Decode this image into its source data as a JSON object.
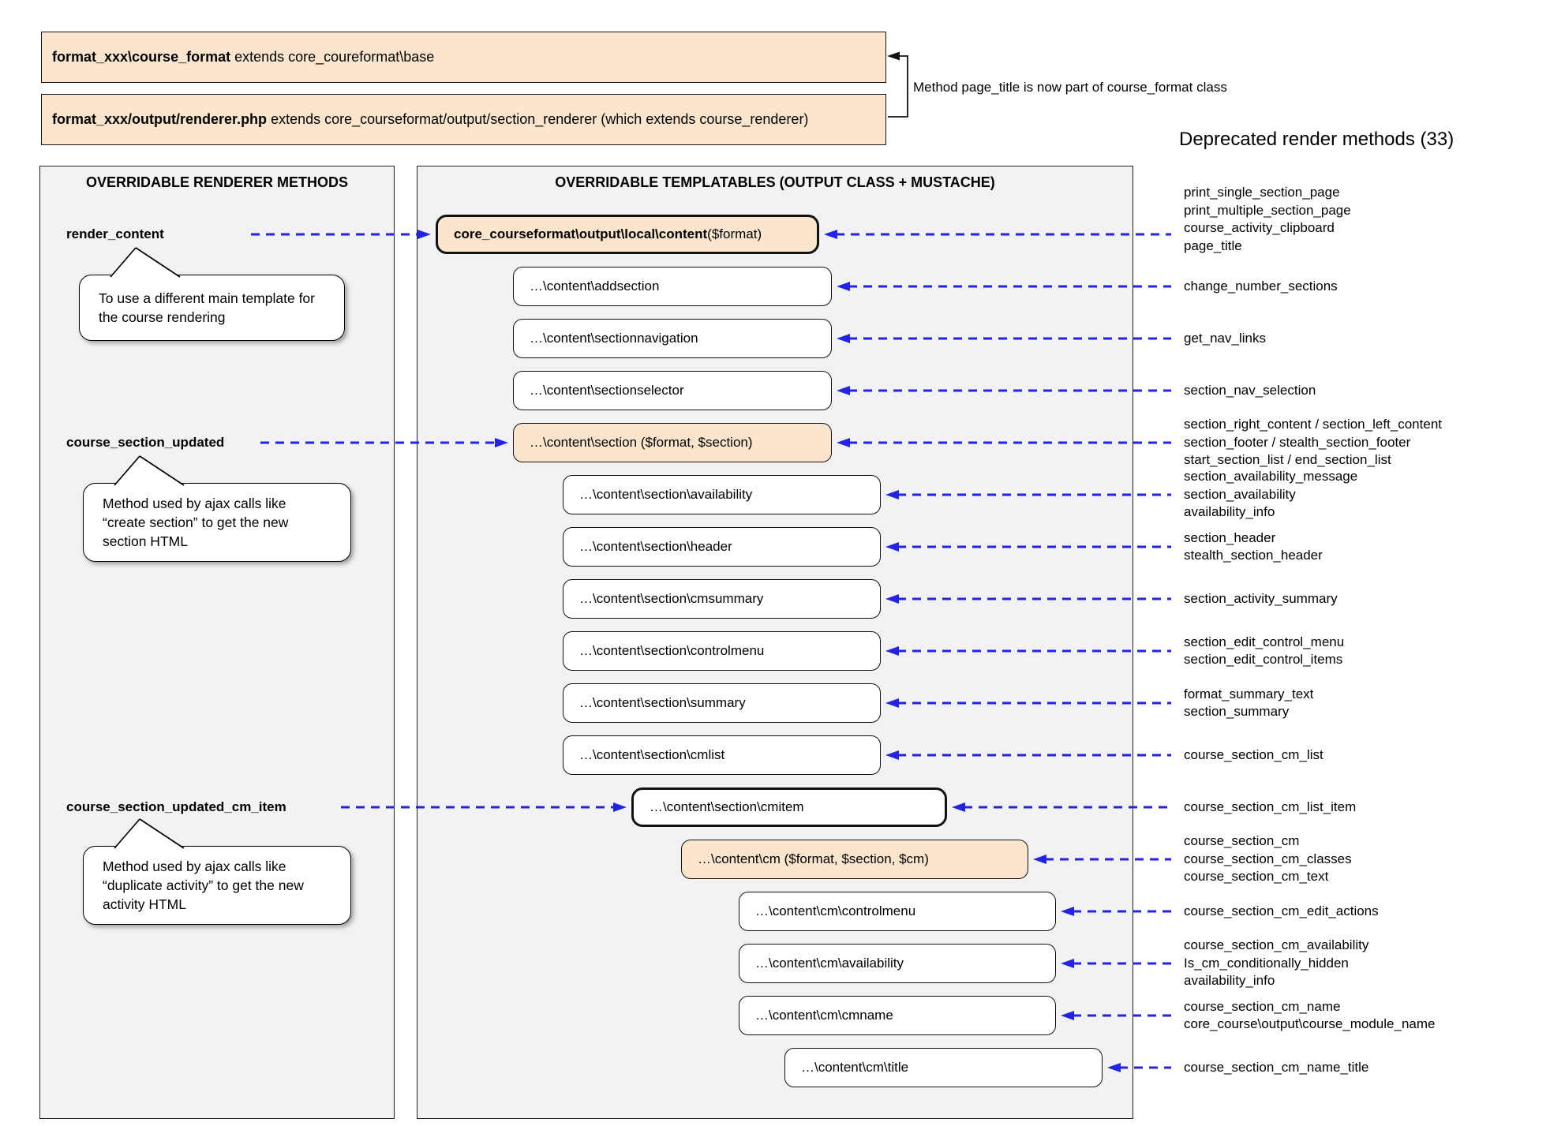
{
  "top": {
    "box_a": {
      "bold": "format_xxx\\course_format",
      "rest": " extends core_coureformat\\base"
    },
    "box_b": {
      "bold": "format_xxx/output/renderer.php",
      "rest": " extends core_courseformat/output/section_renderer (which extends course_renderer)"
    },
    "note": "Method page_title is now part of course_format class"
  },
  "deprecated_title": "Deprecated render methods (33)",
  "colors": {
    "accent_orange": "#fce5cd",
    "arrow_blue": "#2323e6",
    "panel_gray": "#f2f2f3"
  },
  "left_panel": {
    "title": "OVERRIDABLE RENDERER METHODS",
    "methods": [
      {
        "name": "render_content",
        "target_box": 0,
        "bubble_lines": [
          "To use a different main template for",
          "the course rendering"
        ]
      },
      {
        "name": "course_section_updated",
        "target_box": 4,
        "bubble_lines": [
          "Method used by ajax calls like",
          "“create section” to get the new",
          "section HTML"
        ]
      },
      {
        "name": "course_section_updated_cm_item",
        "target_box": 11,
        "bubble_lines": [
          "Method used by ajax calls like",
          "“duplicate activity” to get the new",
          "activity HTML"
        ]
      }
    ]
  },
  "middle_panel": {
    "title": "OVERRIDABLE TEMPLATABLES (OUTPUT CLASS + MUSTACHE)",
    "boxes": [
      {
        "bold": "core_courseformat\\output\\local\\content",
        "rest": " ($format)",
        "level": 0,
        "orange": true,
        "bold_border": true
      },
      {
        "text": "…\\content\\addsection",
        "level": 1,
        "orange": false,
        "bold_border": false
      },
      {
        "text": "…\\content\\sectionnavigation",
        "level": 1,
        "orange": false,
        "bold_border": false
      },
      {
        "text": "…\\content\\sectionselector",
        "level": 1,
        "orange": false,
        "bold_border": false
      },
      {
        "text": "…\\content\\section ($format, $section)",
        "level": 1,
        "orange": true,
        "bold_border": false
      },
      {
        "text": "…\\content\\section\\availability",
        "level": 2,
        "orange": false,
        "bold_border": false
      },
      {
        "text": "…\\content\\section\\header",
        "level": 2,
        "orange": false,
        "bold_border": false
      },
      {
        "text": "…\\content\\section\\cmsummary",
        "level": 2,
        "orange": false,
        "bold_border": false
      },
      {
        "text": "…\\content\\section\\controlmenu",
        "level": 2,
        "orange": false,
        "bold_border": false
      },
      {
        "text": "…\\content\\section\\summary",
        "level": 2,
        "orange": false,
        "bold_border": false
      },
      {
        "text": "…\\content\\section\\cmlist",
        "level": 2,
        "orange": false,
        "bold_border": false
      },
      {
        "text": "…\\content\\section\\cmitem",
        "level": 3,
        "orange": false,
        "bold_border": true
      },
      {
        "text": "…\\content\\cm ($format, $section, $cm)",
        "level": 4,
        "orange": true,
        "bold_border": false
      },
      {
        "text": "…\\content\\cm\\controlmenu",
        "level": 5,
        "orange": false,
        "bold_border": false
      },
      {
        "text": "…\\content\\cm\\availability",
        "level": 5,
        "orange": false,
        "bold_border": false
      },
      {
        "text": "…\\content\\cm\\cmname",
        "level": 5,
        "orange": false,
        "bold_border": false
      },
      {
        "text": "…\\content\\cm\\title",
        "level": 6,
        "orange": false,
        "bold_border": false
      }
    ]
  },
  "deprecated_groups": [
    {
      "target_box": 0,
      "lines": [
        "print_single_section_page",
        "print_multiple_section_page",
        "course_activity_clipboard",
        "page_title"
      ]
    },
    {
      "target_box": 1,
      "lines": [
        "change_number_sections"
      ]
    },
    {
      "target_box": 2,
      "lines": [
        "get_nav_links"
      ]
    },
    {
      "target_box": 3,
      "lines": [
        "section_nav_selection"
      ]
    },
    {
      "target_box": 4,
      "lines": [
        "section_right_content / section_left_content",
        "section_footer / stealth_section_footer",
        "start_section_list / end_section_list"
      ]
    },
    {
      "target_box": 5,
      "lines": [
        "section_availability_message",
        "section_availability",
        "availability_info"
      ]
    },
    {
      "target_box": 6,
      "lines": [
        "section_header",
        "stealth_section_header"
      ]
    },
    {
      "target_box": 7,
      "lines": [
        "section_activity_summary"
      ]
    },
    {
      "target_box": 8,
      "lines": [
        "section_edit_control_menu",
        "section_edit_control_items"
      ]
    },
    {
      "target_box": 9,
      "lines": [
        "format_summary_text",
        "section_summary"
      ]
    },
    {
      "target_box": 10,
      "lines": [
        "course_section_cm_list"
      ]
    },
    {
      "target_box": 11,
      "lines": [
        "course_section_cm_list_item"
      ]
    },
    {
      "target_box": 12,
      "lines": [
        "course_section_cm",
        "course_section_cm_classes",
        "course_section_cm_text"
      ]
    },
    {
      "target_box": 13,
      "lines": [
        "course_section_cm_edit_actions"
      ]
    },
    {
      "target_box": 14,
      "lines": [
        "course_section_cm_availability",
        "Is_cm_conditionally_hidden",
        "availability_info"
      ]
    },
    {
      "target_box": 15,
      "lines": [
        "course_section_cm_name",
        "core_course\\output\\course_module_name"
      ]
    },
    {
      "target_box": 16,
      "lines": [
        "course_section_cm_name_title"
      ]
    }
  ]
}
